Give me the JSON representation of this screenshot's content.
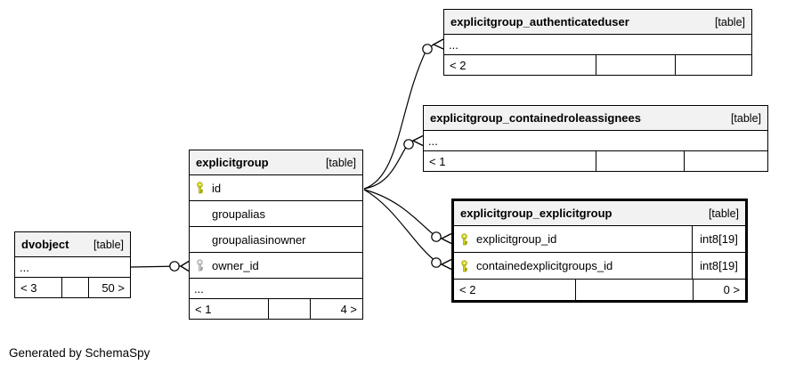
{
  "footer": "Generated by SchemaSpy",
  "colors": {
    "header_bg": "#f2f2f2",
    "pk_key_fill": "#d9dd1e",
    "fk_key_fill": "#dcdcdc",
    "border": "#000000"
  },
  "tables": {
    "dvobject": {
      "name": "dvobject",
      "tag": "[table]",
      "ellipsis": "...",
      "stats": [
        "< 3",
        "",
        "50 >"
      ]
    },
    "explicitgroup": {
      "name": "explicitgroup",
      "tag": "[table]",
      "columns": [
        "id",
        "groupalias",
        "groupaliasinowner",
        "owner_id"
      ],
      "ellipsis": "...",
      "stats": [
        "< 1",
        "",
        "4 >"
      ]
    },
    "explicitgroup_authenticateduser": {
      "name": "explicitgroup_authenticateduser",
      "tag": "[table]",
      "ellipsis": "...",
      "stats": [
        "< 2",
        "",
        ""
      ]
    },
    "explicitgroup_containedroleassignees": {
      "name": "explicitgroup_containedroleassignees",
      "tag": "[table]",
      "ellipsis": "...",
      "stats": [
        "< 1",
        "",
        ""
      ]
    },
    "explicitgroup_explicitgroup": {
      "name": "explicitgroup_explicitgroup",
      "tag": "[table]",
      "columns": [
        {
          "label": "explicitgroup_id",
          "type": "int8[19]"
        },
        {
          "label": "containedexplicitgroups_id",
          "type": "int8[19]"
        }
      ],
      "stats": [
        "< 2",
        "",
        "0 >"
      ]
    }
  }
}
